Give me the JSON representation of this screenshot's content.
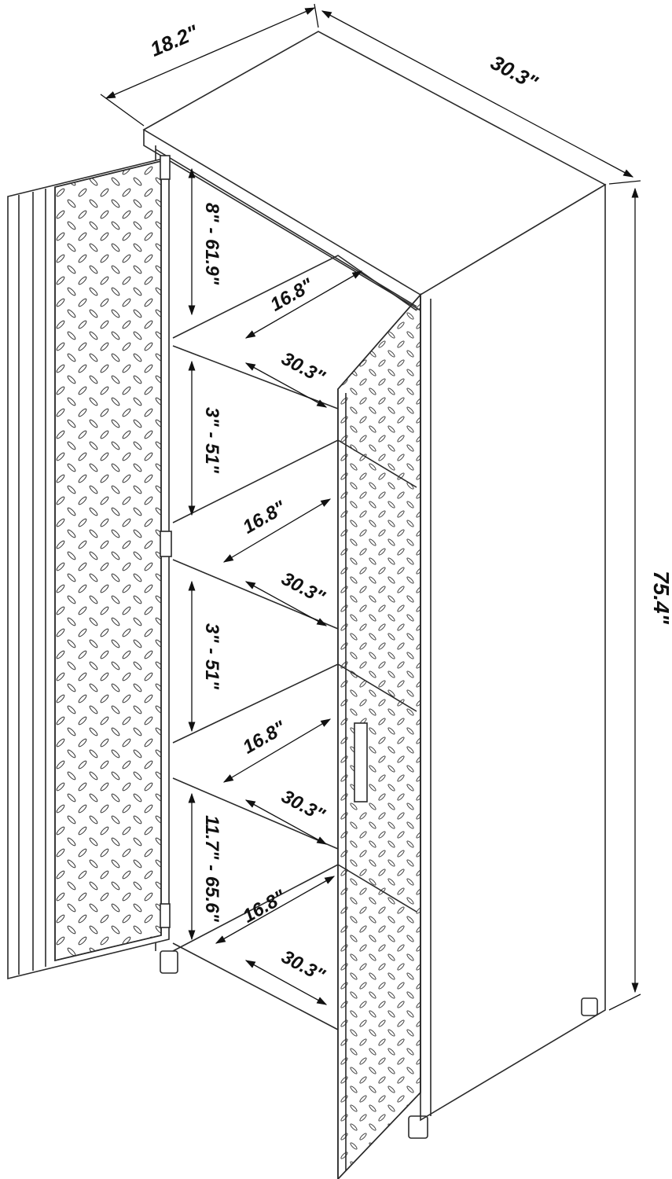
{
  "diagram": {
    "overall": {
      "depth": "18.2\"",
      "width": "30.3\"",
      "height": "75.4\""
    },
    "shelf_dimensions": [
      {
        "height_range": "8\" - 61.9\"",
        "depth": "16.8\"",
        "width": "30.3\""
      },
      {
        "height_range": "3\" - 51\"",
        "depth": "16.8\"",
        "width": "30.3\""
      },
      {
        "height_range": "3\" - 51\"",
        "depth": "16.8\"",
        "width": "30.3\""
      },
      {
        "height_range": "11.7\" - 65.6\"",
        "depth": "16.8\"",
        "width": "30.3\""
      }
    ],
    "colors": {
      "line": "#2a2a2a",
      "text": "#111111",
      "background": "#ffffff"
    }
  }
}
